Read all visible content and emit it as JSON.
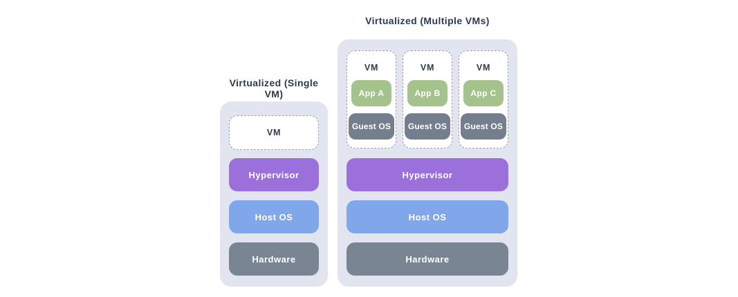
{
  "colors": {
    "ink": "#2B3B4E",
    "panel": "#E2E5EF",
    "purple": "#9B70DA",
    "blue": "#7FA7EA",
    "green": "#A4C28B",
    "gray-hardware": "#7A8594",
    "gray-guest": "#747E8D",
    "dash": "#97A0AF"
  },
  "diagrams": [
    {
      "title": "Virtualized (Single VM)",
      "vm_label": "VM",
      "layers": [
        "Hypervisor",
        "Host OS",
        "Hardware"
      ]
    },
    {
      "title": "Virtualized (Multiple VMs)",
      "vms": [
        {
          "label": "VM",
          "app": "App A",
          "guest_os": "Guest OS"
        },
        {
          "label": "VM",
          "app": "App B",
          "guest_os": "Guest OS"
        },
        {
          "label": "VM",
          "app": "App C",
          "guest_os": "Guest OS"
        }
      ],
      "layers": [
        "Hypervisor",
        "Host OS",
        "Hardware"
      ]
    }
  ]
}
